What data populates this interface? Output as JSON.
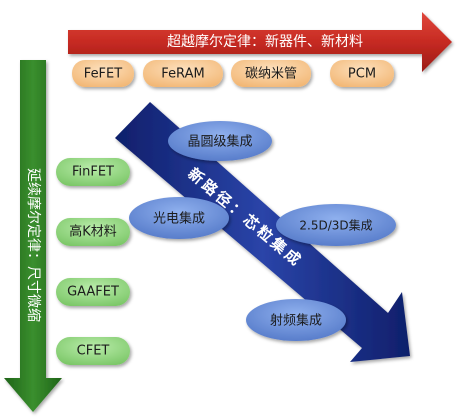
{
  "colors": {
    "red_arrow": "#c62a22",
    "green_arrow": "#2e7d23",
    "blue_arrow": "#1a2f8a",
    "orange_pill": "#f6c38a",
    "green_pill": "#8fd47c",
    "blue_oval": "#6b8fd6"
  },
  "top_arrow": {
    "label": "超越摩尔定律：新器件、新材料",
    "items": [
      "FeFET",
      "FeRAM",
      "碳纳米管",
      "PCM"
    ]
  },
  "left_arrow": {
    "label": "延续摩尔定律：尺寸微缩",
    "items": [
      "FinFET",
      "高K材料",
      "GAAFET",
      "CFET"
    ]
  },
  "diagonal_arrow": {
    "label": "新路径：芯粒集成",
    "items": [
      "晶圆级集成",
      "光电集成",
      "2.5D/3D集成",
      "射频集成"
    ]
  }
}
